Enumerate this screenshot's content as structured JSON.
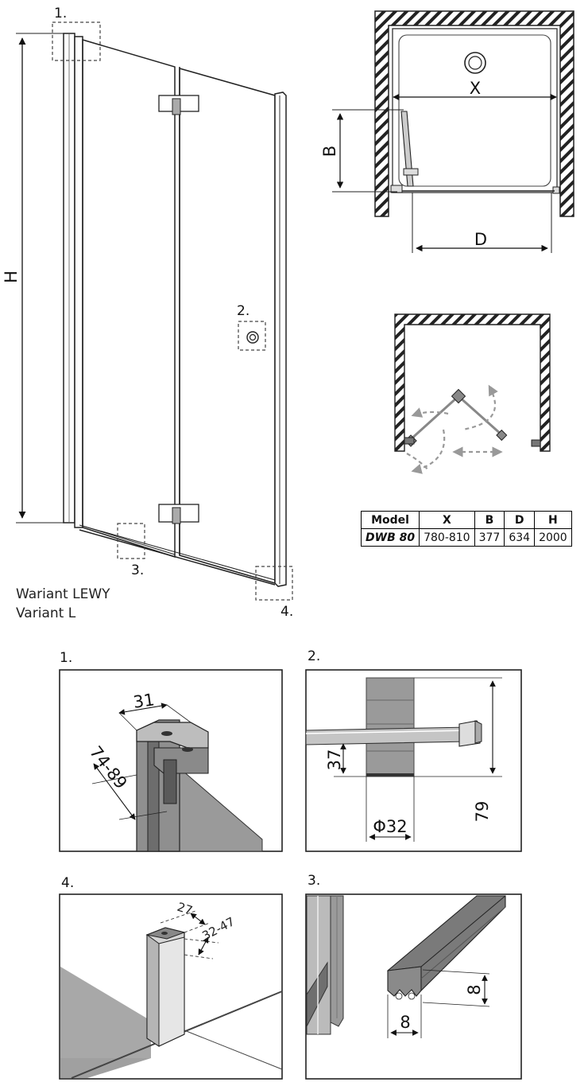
{
  "callouts": {
    "c1": "1.",
    "c2": "2.",
    "c3": "3.",
    "c4": "4."
  },
  "dimension_labels": {
    "H": "H",
    "X": "X",
    "B": "B",
    "D": "D"
  },
  "variant": {
    "line1": "Wariant LEWY",
    "line2": "Variant L"
  },
  "spec_table": {
    "headers": [
      "Model",
      "X",
      "B",
      "D",
      "H"
    ],
    "rows": [
      {
        "model": "DWB 80",
        "x": "780-810",
        "b": "377",
        "d": "634",
        "h": "2000"
      }
    ]
  },
  "details": {
    "d1": {
      "title": "1.",
      "width": "31",
      "range": "74-89"
    },
    "d2": {
      "title": "2.",
      "height_small": "37",
      "height_large": "79",
      "diameter": "Φ32"
    },
    "d3": {
      "title": "3.",
      "height": "8",
      "width": "8"
    },
    "d4": {
      "title": "4.",
      "width": "27",
      "range": "32-47"
    }
  }
}
